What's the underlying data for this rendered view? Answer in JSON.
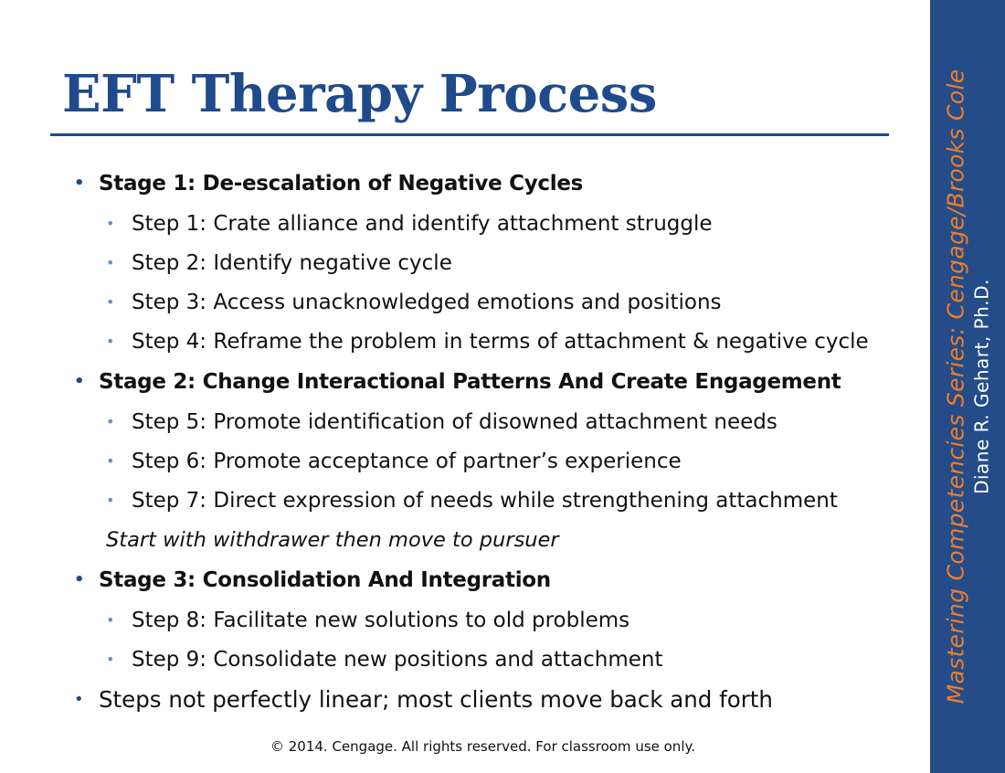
{
  "slide": {
    "title": "EFT Therapy Process",
    "bullet_glyph": "•",
    "items": [
      {
        "text": "Stage 1: De-escalation of Negative Cycles"
      },
      {
        "text": "Step 1: Crate alliance and identify attachment struggle"
      },
      {
        "text": "Step 2: Identify negative cycle"
      },
      {
        "text": "Step 3: Access unacknowledged emotions and positions"
      },
      {
        "text": "Step 4: Reframe the problem in terms of attachment & negative cycle"
      },
      {
        "text": "Stage 2: Change Interactional Patterns And Create Engagement"
      },
      {
        "text": "Step 5: Promote identification of disowned attachment needs"
      },
      {
        "text": "Step 6: Promote acceptance of partner’s experience"
      },
      {
        "text": "Step 7: Direct expression of needs while strengthening attachment"
      },
      {
        "text": "Start with withdrawer then move to pursuer"
      },
      {
        "text": "Stage 3: Consolidation And Integration"
      },
      {
        "text": "Step 8: Facilitate new solutions to old problems"
      },
      {
        "text": "Step 9: Consolidate new positions and attachment"
      },
      {
        "text": "Steps not perfectly linear; most clients move back and forth"
      }
    ],
    "footer": "© 2014. Cengage. All rights reserved. For classroom use only."
  },
  "sidebar": {
    "series": "Mastering Competencies Series: Cengage/Brooks Cole",
    "author": "Diane R. Gehart, Ph.D."
  },
  "colors": {
    "title": "#1f4a8c",
    "sidebar_bg": "#234c89",
    "series_text": "#ee7d2a",
    "author_text": "#ffffff",
    "sub_bullet": "#6e8fc0"
  }
}
